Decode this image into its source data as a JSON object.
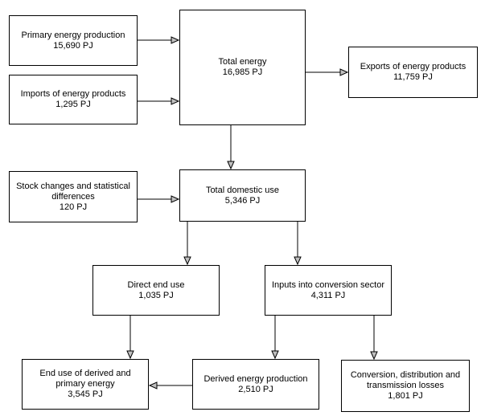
{
  "diagram": {
    "description": "Energy balance flow diagram",
    "unit": "PJ",
    "nodes": {
      "primary_production": {
        "label": "Primary energy production",
        "value": "15,690 PJ"
      },
      "imports": {
        "label": "Imports of energy products",
        "value": "1,295 PJ"
      },
      "total_energy": {
        "label": "Total energy",
        "value": "16,985 PJ"
      },
      "exports": {
        "label": "Exports of energy products",
        "value": "11,759 PJ"
      },
      "stock_changes": {
        "label": "Stock changes and statistical differences",
        "value": "120 PJ"
      },
      "total_domestic_use": {
        "label": "Total domestic use",
        "value": "5,346 PJ"
      },
      "direct_end_use": {
        "label": "Direct end use",
        "value": "1,035 PJ"
      },
      "inputs_conversion": {
        "label": "Inputs into conversion sector",
        "value": "4,311 PJ"
      },
      "end_use_derived_primary": {
        "label": "End use of derived and primary energy",
        "value": "3,545 PJ"
      },
      "derived_production": {
        "label": "Derived energy production",
        "value": "2,510 PJ"
      },
      "conversion_losses": {
        "label": "Conversion, distribution and transmission losses",
        "value": "1,801 PJ"
      }
    }
  }
}
